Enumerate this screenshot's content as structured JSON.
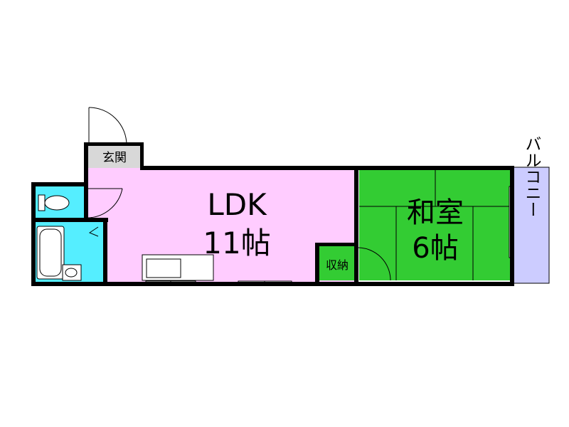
{
  "floorplan": {
    "rooms": {
      "ldk": {
        "name": "LDK",
        "size": "11帖"
      },
      "washitsu": {
        "name": "和室",
        "size": "6帖"
      },
      "genkan": {
        "name": "玄関"
      },
      "shuno": {
        "name": "収納"
      },
      "balcony": {
        "name": "バルコニー"
      }
    },
    "colors": {
      "ldk": "#ffccff",
      "washitsu": "#33cc33",
      "water": "#55eeff",
      "balcony": "#ccccff",
      "genkan": "#d8d8d8",
      "wall": "#000000"
    }
  }
}
